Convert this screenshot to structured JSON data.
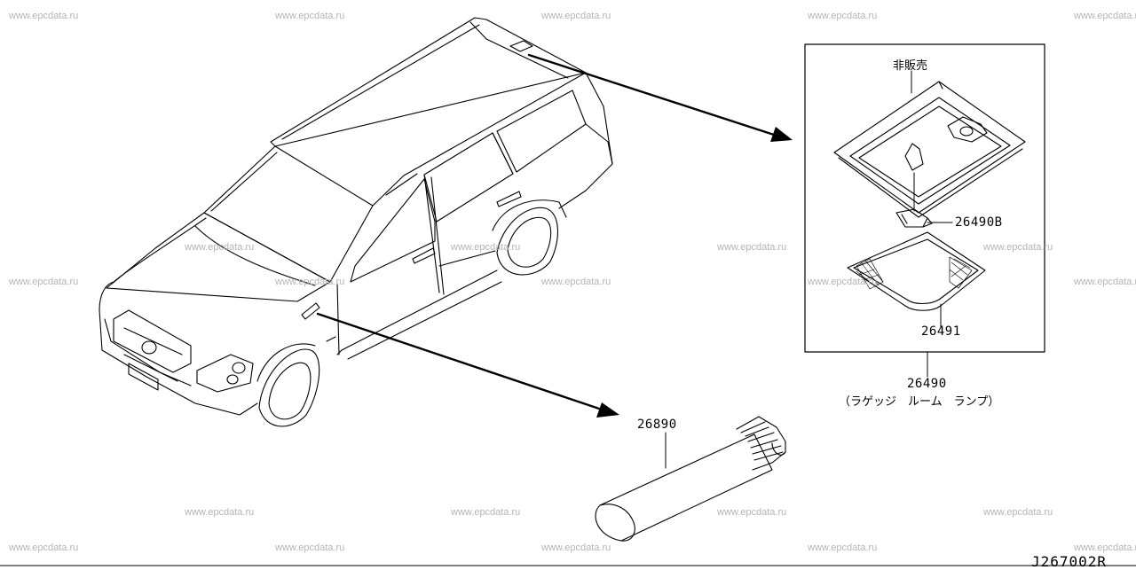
{
  "watermark": "www.epcdata.ru",
  "callouts": {
    "not_sold": "非販売",
    "bulb": "26490B",
    "lens": "26491",
    "assembly": "26490",
    "assembly_desc": "（ラゲッジ　ルーム　ランプ）",
    "tube": "26890"
  },
  "diagram_code": "J267002R"
}
